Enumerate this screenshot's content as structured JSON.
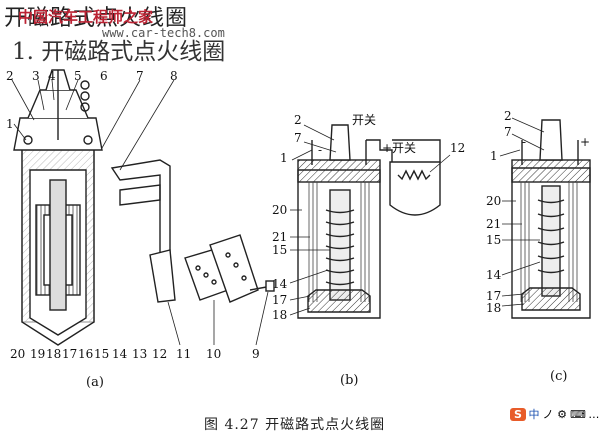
{
  "watermark": {
    "title": "开磁路式点火线圈",
    "brand": "中国汽车工程师之家",
    "url": "www.car-tech8.com"
  },
  "heading": "1. 开磁路式点火线圈",
  "caption": "图 4.27   开磁路式点火线圈",
  "panels": [
    "(a)",
    "(b)",
    "(c)"
  ],
  "labels_a": [
    "1",
    "2",
    "3",
    "4",
    "5",
    "6",
    "7",
    "8",
    "9",
    "10",
    "11",
    "12",
    "13",
    "14",
    "15",
    "16",
    "17",
    "18",
    "19",
    "20"
  ],
  "labels_b": [
    "2",
    "7",
    "1",
    "20",
    "21",
    "15",
    "14",
    "17",
    "18",
    "12"
  ],
  "labels_c": [
    "2",
    "7",
    "1",
    "20",
    "21",
    "15",
    "14",
    "17",
    "18"
  ],
  "switch_label": "开关",
  "switch_label_b": "+开关",
  "plus": "+",
  "minus": "-",
  "ime": {
    "logo": "S",
    "lang": "中",
    "glyphs": [
      "ノ",
      "⚙",
      "⌨",
      "…"
    ]
  }
}
